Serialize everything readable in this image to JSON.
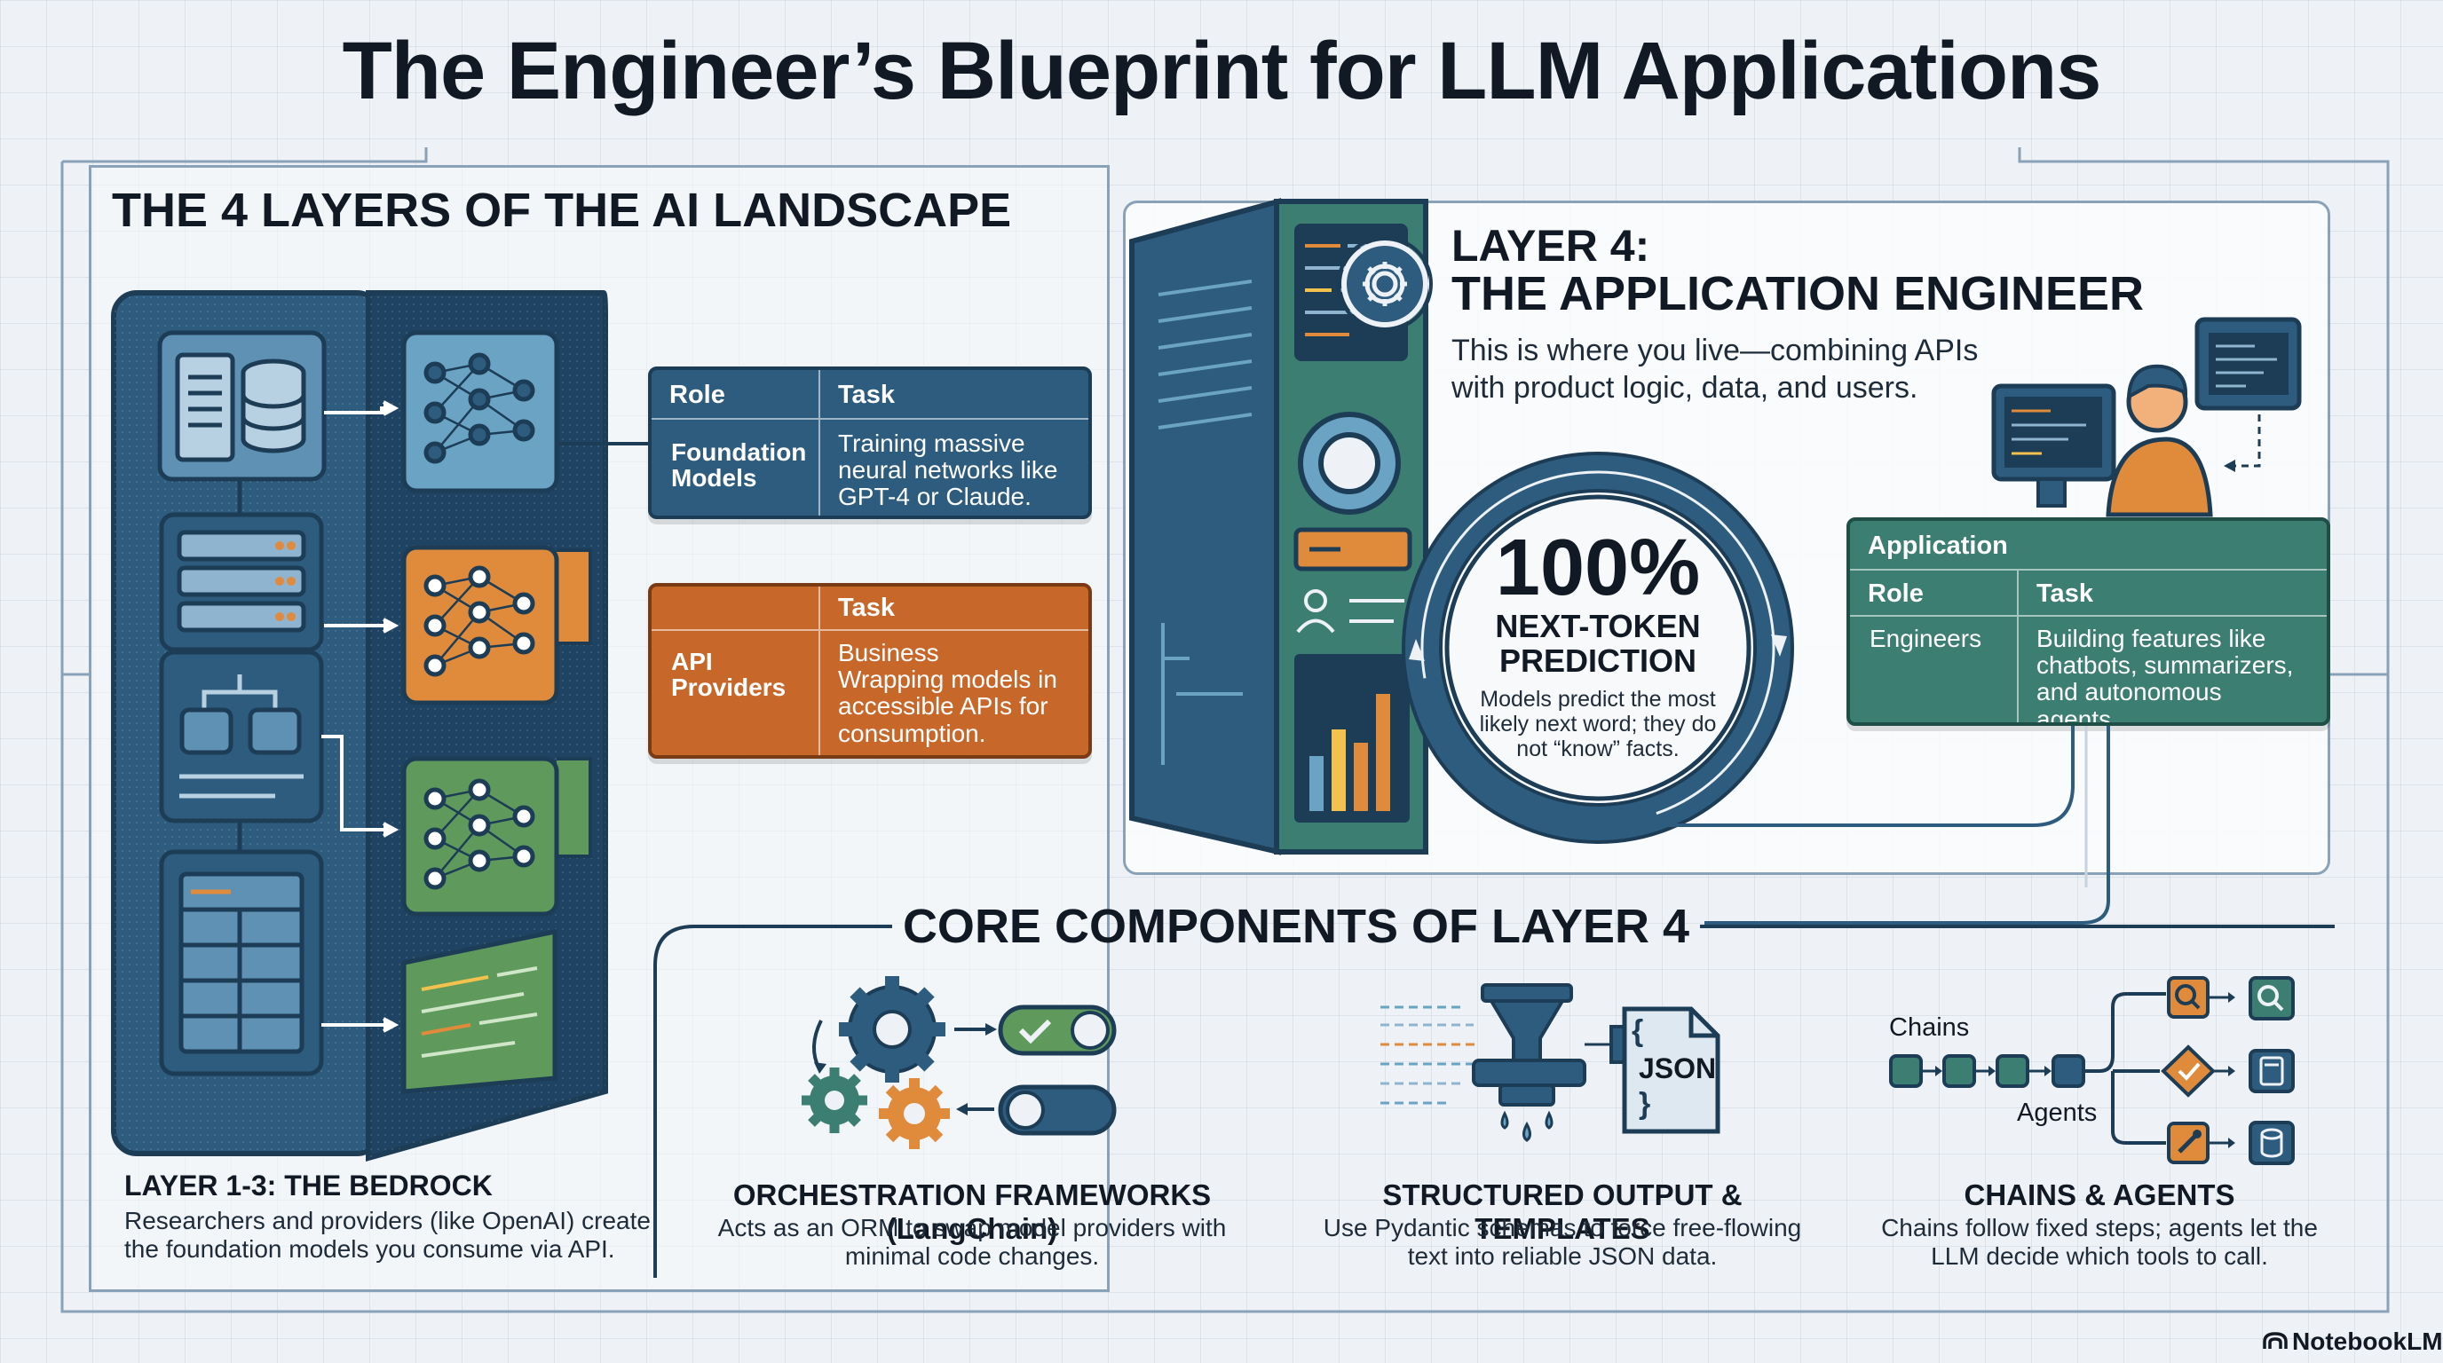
{
  "title": "The Engineer’s Blueprint for LLM Applications",
  "landscape": {
    "heading": "THE 4 LAYERS OF THE AI LANDSCAPE",
    "foundation_table": {
      "col_role": "Role",
      "col_task": "Task",
      "role": "Foundation Models",
      "task": "Training massive neural networks like GPT-4 or Claude."
    },
    "api_table": {
      "col_task": "Task",
      "role": "API Providers",
      "task_line1": "Business",
      "task_rest": "Wrapping models in accessible APIs for consumption."
    },
    "bedrock_title": "LAYER 1-3: THE BEDROCK",
    "bedrock_desc": "Researchers and providers (like OpenAI) create the foundation models you consume via API."
  },
  "layer4": {
    "title_line1": "LAYER 4:",
    "title_line2": "THE APPLICATION ENGINEER",
    "desc": "This is where you live—combining APIs with product logic, data, and users.",
    "metric_value": "100%",
    "metric_label_line1": "NEXT-TOKEN",
    "metric_label_line2": "PREDICTION",
    "metric_desc": "Models predict the most likely next word; they do not “know” facts.",
    "app_table": {
      "caption": "Application",
      "col_role": "Role",
      "col_task": "Task",
      "role": "Engineers",
      "task": "Building features like chatbots, summarizers, and autonomous agents."
    }
  },
  "core": {
    "heading": "CORE COMPONENTS OF LAYER 4",
    "orchestration": {
      "title": "ORCHESTRATION FRAMEWORKS (LangChain)",
      "desc": "Acts as an ORM to swap model providers with minimal code changes."
    },
    "structured": {
      "title": "STRUCTURED OUTPUT & TEMPLATES",
      "desc": "Use Pydantic schemas to force free-flowing text into reliable JSON data.",
      "json_label": "JSON",
      "brace_open": "{",
      "brace_close": "}"
    },
    "chains": {
      "title": "CHAINS & AGENTS",
      "desc": "Chains follow fixed steps; agents let the LLM decide which tools to call.",
      "chains_label": "Chains",
      "agents_label": "Agents"
    }
  },
  "brand": "NotebookLM",
  "colors": {
    "navy": "#1d3c55",
    "blue": "#2e5c7e",
    "orange": "#e08a3c",
    "green": "#5f9a5c",
    "teal": "#3c7e72"
  },
  "icons": [
    "server-database-icon",
    "neural-network-icon",
    "gear-icon",
    "toggle-icon",
    "funnel-icon",
    "json-file-icon",
    "search-icon",
    "calculator-icon",
    "database-icon",
    "wrench-icon",
    "check-icon",
    "person-icon",
    "notebooklm-logo-icon"
  ]
}
